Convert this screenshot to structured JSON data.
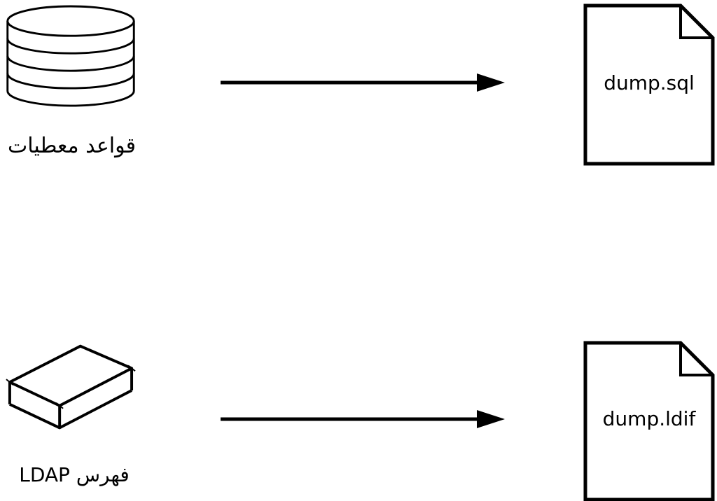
{
  "diagram": {
    "background": "#ffffff",
    "stroke_color": "#000000",
    "rows": [
      {
        "source": {
          "icon": "database-cylinder-icon",
          "label": "قواعد معطيات"
        },
        "connector": {
          "icon": "arrow-right-icon",
          "type": "arrow"
        },
        "target": {
          "icon": "document-icon",
          "label": "dump.sql"
        }
      },
      {
        "source": {
          "icon": "ldap-box-icon",
          "label": "فهرس LDAP"
        },
        "connector": {
          "icon": "arrow-right-icon",
          "type": "arrow"
        },
        "target": {
          "icon": "document-icon",
          "label": "dump.ldif"
        }
      }
    ]
  }
}
